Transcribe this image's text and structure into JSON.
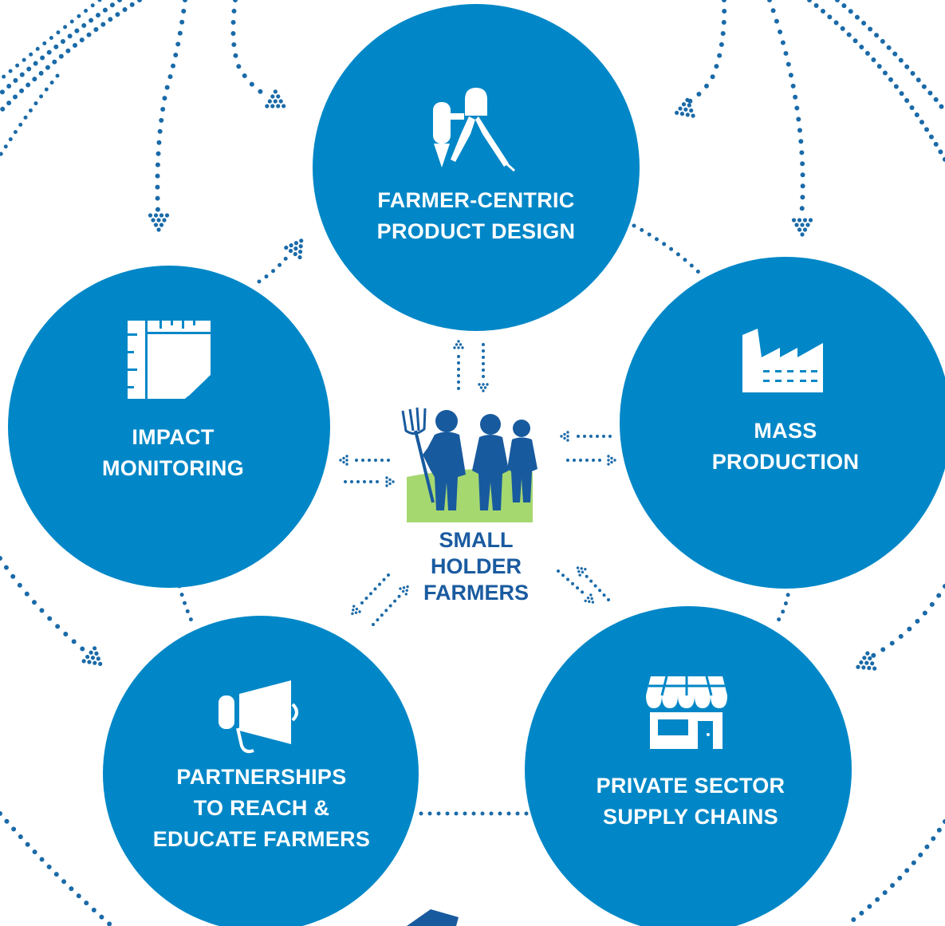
{
  "colors": {
    "circle": "#0187c7",
    "dots": "#1a6aa8",
    "center_text": "#1a5ba0",
    "grass": "#a6d870",
    "people": "#185a9e"
  },
  "center": {
    "icon": "farmers-icon",
    "lines": [
      "SMALL",
      "HOLDER",
      "FARMERS"
    ]
  },
  "nodes": [
    {
      "id": "product-design",
      "icon": "drafting-tools-icon",
      "lines": [
        "FARMER-CENTRIC",
        "PRODUCT DESIGN"
      ]
    },
    {
      "id": "mass-production",
      "icon": "factory-icon",
      "lines": [
        "MASS",
        "PRODUCTION"
      ]
    },
    {
      "id": "supply-chains",
      "icon": "storefront-icon",
      "lines": [
        "PRIVATE SECTOR",
        "SUPPLY CHAINS"
      ]
    },
    {
      "id": "partnerships",
      "icon": "megaphone-icon",
      "lines": [
        "PARTNERSHIPS",
        "TO REACH &",
        "EDUCATE FARMERS"
      ]
    },
    {
      "id": "impact-monitoring",
      "icon": "notepad-ruler-icon",
      "lines": [
        "IMPACT",
        "MONITORING"
      ]
    }
  ]
}
